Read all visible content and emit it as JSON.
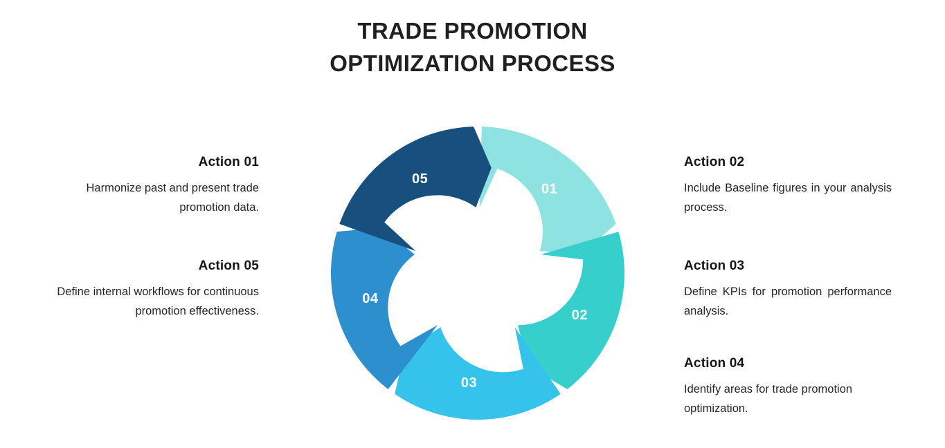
{
  "header": {
    "title": "TRADE PROMOTION\nOPTIMIZATION PROCESS",
    "title_line1": "TRADE PROMOTION",
    "title_line2": "OPTIMIZATION PROCESS"
  },
  "actions": [
    {
      "id": "01",
      "title": "Action 01",
      "description": "Harmonize past and present trade promotion data.",
      "side": "left",
      "color": "#8EE2DF",
      "label": "01"
    },
    {
      "id": "02",
      "title": "Action 02",
      "description": "Include Baseline figures in your analysis process.",
      "side": "right",
      "color": "#37CFCB",
      "label": "02"
    },
    {
      "id": "03",
      "title": "Action 03",
      "description": "Define KPIs for promotion performance analysis.",
      "side": "right",
      "color": "#35C3EC",
      "label": "03"
    },
    {
      "id": "04",
      "title": "Action 04",
      "description": "Identify areas for trade promotion optimization.",
      "side": "right",
      "color": "#2E8FCE",
      "label": "04"
    },
    {
      "id": "05",
      "title": "Action 05",
      "description": "Define internal workflows for continuous promotion effectiveness.",
      "side": "left",
      "color": "#17507F",
      "label": "05"
    }
  ],
  "chart_data": {
    "type": "pie",
    "title": "Trade Promotion Optimization Process",
    "subtype": "donut-chevron-cycle",
    "categories": [
      "01",
      "02",
      "03",
      "04",
      "05"
    ],
    "values": [
      20,
      20,
      20,
      20,
      20
    ],
    "labels": [
      "01",
      "02",
      "03",
      "04",
      "05"
    ],
    "colors": [
      "#8EE2DF",
      "#37CFCB",
      "#35C3EC",
      "#2E8FCE",
      "#17507F"
    ],
    "segment_count": 5,
    "each_segment_degrees": 72,
    "start_angle_deg": -90,
    "direction": "clockwise",
    "inner_radius_px": 95,
    "outer_radius_px": 212,
    "gap_deg": 3.2,
    "chevron_depth_deg": 9,
    "legend": "none",
    "grid": false,
    "xlabel": "",
    "ylabel": ""
  },
  "colors": {
    "background": "#ffffff",
    "title_text": "#202020",
    "body_text": "#262626",
    "segment_label": "#ffffff"
  }
}
